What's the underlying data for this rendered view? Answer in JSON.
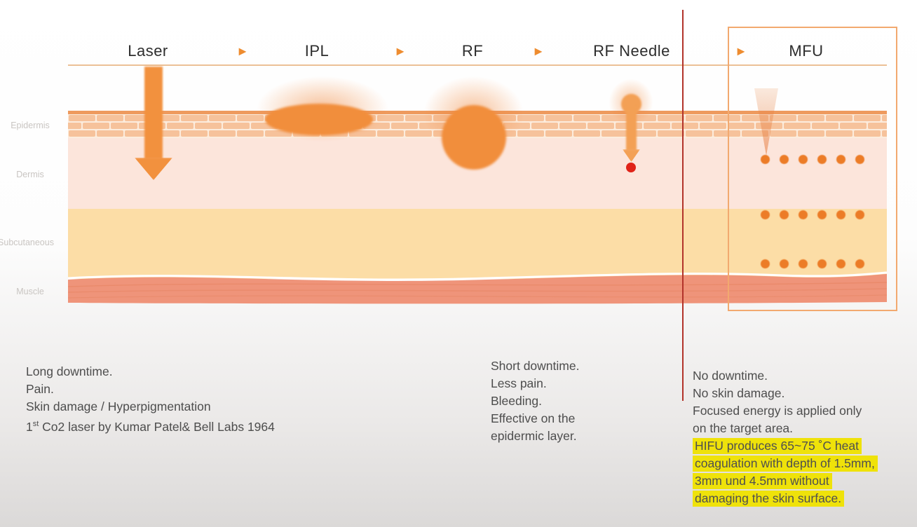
{
  "header": {
    "separator_icon": "▶",
    "columns": [
      {
        "id": "laser",
        "label": "Laser"
      },
      {
        "id": "ipl",
        "label": "IPL"
      },
      {
        "id": "rf",
        "label": "RF"
      },
      {
        "id": "rf-needle",
        "label": "RF Needle"
      },
      {
        "id": "mfu",
        "label": "MFU"
      }
    ]
  },
  "skin": {
    "layers": [
      {
        "label": "Epidermis"
      },
      {
        "label": "Dermis"
      },
      {
        "label": "Subcutaneous"
      },
      {
        "label": "Muscle"
      }
    ]
  },
  "diagram": {
    "mfu_focal_rows": 3,
    "mfu_focal_dots_per_row": 6,
    "rf_needle_has_red_tip": true
  },
  "notes": {
    "laser": {
      "lines": [
        "Long downtime.",
        "Pain.",
        "Skin damage / Hyperpigmentation"
      ],
      "history_prefix": "1",
      "history_sup": "st",
      "history_rest": " Co2 laser by Kumar Patel& Bell Labs 1964"
    },
    "rf": {
      "lines": [
        "Short downtime.",
        "Less pain.",
        "Bleeding.",
        "Effective on the",
        "epidermic layer."
      ]
    },
    "mfu": {
      "lines": [
        "No downtime.",
        "No skin damage.",
        "Focused energy is applied only",
        "on the target area."
      ],
      "highlighted_lines": [
        "HIFU produces 65~75 ˚C heat",
        "coagulation with depth of 1.5mm,",
        "3mm und 4.5mm without",
        "damaging the skin surface."
      ]
    }
  },
  "colors": {
    "accent_orange": "#ee8c2f",
    "skin_surface": "#ee9a5e",
    "dermis": "#fce5db",
    "subcutaneous": "#fcdda6",
    "muscle": "#ef947a",
    "highlight_yellow": "#efe20a",
    "divider_red": "#b2332a",
    "needle_tip_red": "#e02318"
  }
}
